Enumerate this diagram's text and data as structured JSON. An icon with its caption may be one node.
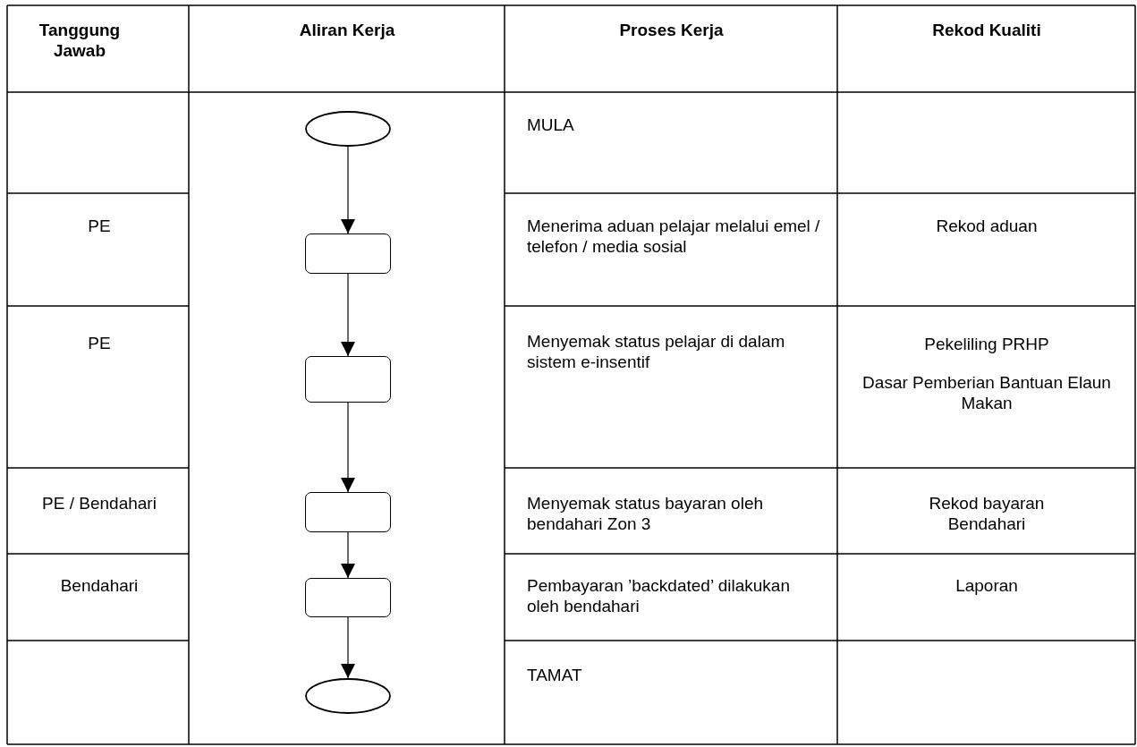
{
  "diagram": {
    "nodes": [
      {
        "text": [],
        "shape": "ellipse"
      },
      {
        "text": [],
        "shape": "box"
      },
      {
        "text": [],
        "shape": "box"
      },
      {
        "text": [],
        "shape": "box"
      },
      {
        "text": [],
        "shape": "box"
      },
      {
        "text": [],
        "shape": "ellipse"
      }
    ],
    "edges": [
      {
        "from": 0,
        "to": 1,
        "arrow": "to"
      },
      {
        "from": 1,
        "to": 2,
        "arrow": "to"
      },
      {
        "from": 2,
        "to": 3,
        "arrow": "to"
      },
      {
        "from": 3,
        "to": 4,
        "arrow": "to"
      },
      {
        "from": 4,
        "to": 5,
        "arrow": "to"
      }
    ],
    "labels": [
      "Tanggung Jawab",
      "Aliran Kerja",
      "Proses Kerja",
      "Rekod Kualiti",
      "MULA",
      "PE",
      "Menerima aduan pelajar melalui emel / telefon / media sosial",
      "Rekod aduan",
      "PE",
      "Menyemak status pelajar di dalam sistem e-insentif",
      "Pekeliling PRHP",
      "Dasar Pemberian Bantuan Elaun Makan",
      "PE / Bendahari",
      "Menyemak status bayaran oleh bendahari Zon 3",
      "Rekod bayaran Bendahari",
      "Bendahari",
      "Pembayaran ’backdated’ dilakukan oleh bendahari",
      "Laporan",
      "TAMAT"
    ]
  }
}
